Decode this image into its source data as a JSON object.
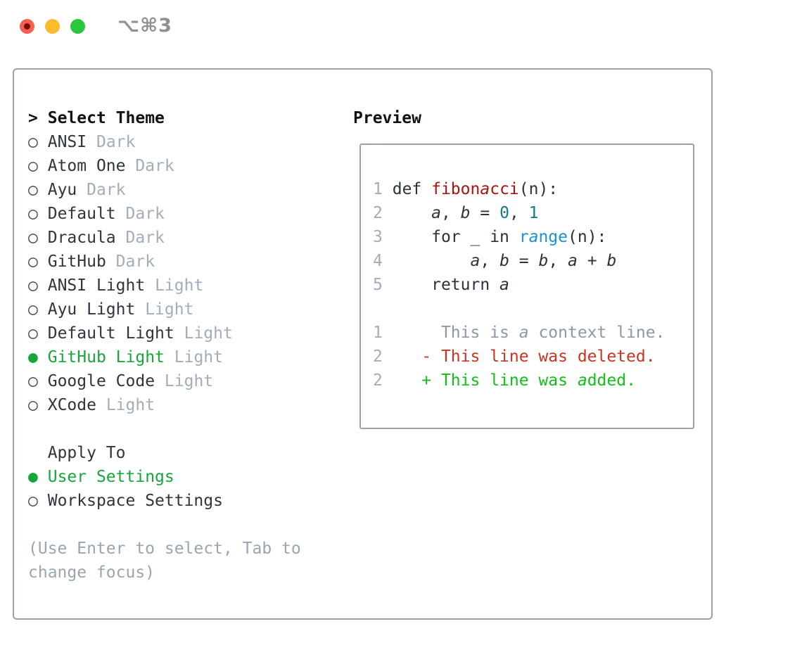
{
  "window": {
    "title_shortcut": "⌥⌘3"
  },
  "theme_picker": {
    "prompt": ">",
    "header": "Select Theme",
    "items": [
      {
        "name": "ANSI",
        "variant": "Dark",
        "selected": false
      },
      {
        "name": "Atom One",
        "variant": "Dark",
        "selected": false
      },
      {
        "name": "Ayu",
        "variant": "Dark",
        "selected": false
      },
      {
        "name": "Default",
        "variant": "Dark",
        "selected": false
      },
      {
        "name": "Dracula",
        "variant": "Dark",
        "selected": false
      },
      {
        "name": "GitHub",
        "variant": "Dark",
        "selected": false
      },
      {
        "name": "ANSI Light",
        "variant": "Light",
        "selected": false
      },
      {
        "name": "Ayu Light",
        "variant": "Light",
        "selected": false
      },
      {
        "name": "Default Light",
        "variant": "Light",
        "selected": false
      },
      {
        "name": "GitHub Light",
        "variant": "Light",
        "selected": true
      },
      {
        "name": "Google Code",
        "variant": "Light",
        "selected": false
      },
      {
        "name": "XCode",
        "variant": "Light",
        "selected": false
      }
    ],
    "apply_to_label": "Apply To",
    "apply_options": [
      {
        "label": "User Settings",
        "selected": true
      },
      {
        "label": "Workspace Settings",
        "selected": false
      }
    ],
    "help_text": "(Use Enter to select, Tab to change focus)"
  },
  "preview": {
    "label": "Preview",
    "lines": [
      {
        "num": "1",
        "tokens": [
          {
            "t": "def ",
            "c": "fg"
          },
          {
            "t": "fibon",
            "c": "red"
          },
          {
            "t": "a",
            "c": "red",
            "i": true
          },
          {
            "t": "cci",
            "c": "red"
          },
          {
            "t": "(n):",
            "c": "fg"
          }
        ]
      },
      {
        "num": "2",
        "tokens": [
          {
            "t": "    ",
            "c": "fg"
          },
          {
            "t": "a",
            "c": "fg",
            "i": true
          },
          {
            "t": ", ",
            "c": "fg"
          },
          {
            "t": "b",
            "c": "fg",
            "i": true
          },
          {
            "t": " = ",
            "c": "fg"
          },
          {
            "t": "0",
            "c": "teal"
          },
          {
            "t": ", ",
            "c": "fg"
          },
          {
            "t": "1",
            "c": "teal"
          }
        ]
      },
      {
        "num": "3",
        "tokens": [
          {
            "t": "    for _ in ",
            "c": "fg"
          },
          {
            "t": "r",
            "c": "blue"
          },
          {
            "t": "a",
            "c": "blue",
            "i": true
          },
          {
            "t": "nge",
            "c": "blue"
          },
          {
            "t": "(n):",
            "c": "fg"
          }
        ]
      },
      {
        "num": "4",
        "tokens": [
          {
            "t": "        ",
            "c": "fg"
          },
          {
            "t": "a",
            "c": "fg",
            "i": true
          },
          {
            "t": ", ",
            "c": "fg"
          },
          {
            "t": "b",
            "c": "fg",
            "i": true
          },
          {
            "t": " = ",
            "c": "fg"
          },
          {
            "t": "b",
            "c": "fg",
            "i": true
          },
          {
            "t": ", ",
            "c": "fg"
          },
          {
            "t": "a",
            "c": "fg",
            "i": true
          },
          {
            "t": " + ",
            "c": "fg"
          },
          {
            "t": "b",
            "c": "fg",
            "i": true
          }
        ]
      },
      {
        "num": "5",
        "tokens": [
          {
            "t": "    return ",
            "c": "fg"
          },
          {
            "t": "a",
            "c": "fg",
            "i": true
          }
        ]
      },
      {
        "num": "",
        "tokens": []
      },
      {
        "num": "1",
        "tokens": [
          {
            "t": "     This is ",
            "c": "ctx"
          },
          {
            "t": "a",
            "c": "ctx",
            "i": true
          },
          {
            "t": " context line.",
            "c": "ctx"
          }
        ]
      },
      {
        "num": "2",
        "tokens": [
          {
            "t": "   - This line was deleted.",
            "c": "del"
          }
        ]
      },
      {
        "num": "2",
        "tokens": [
          {
            "t": "   + This line was ",
            "c": "add"
          },
          {
            "t": "a",
            "c": "add",
            "i": true
          },
          {
            "t": "dded.",
            "c": "add"
          }
        ]
      }
    ]
  },
  "colors": {
    "border": "#99a2ac",
    "ink": "#2f353c",
    "bold": "#0f1317",
    "dim": "#a3adb9",
    "help": "#9aa5b2",
    "radio": "#3c444d",
    "sel": "#17a63b",
    "ln": "#a3adb9",
    "code": "#2b323a",
    "red": "#a81410",
    "teal": "#0e7c86",
    "blue": "#1b93d0",
    "ctx": "#8e98a3",
    "del": "#c93422",
    "add": "#12bf18",
    "title": "#8d9094",
    "light-red": "#f85e52",
    "light-yellow": "#fcbb2d",
    "light-green": "#29c73d",
    "dot-red": "#7c0d05"
  }
}
